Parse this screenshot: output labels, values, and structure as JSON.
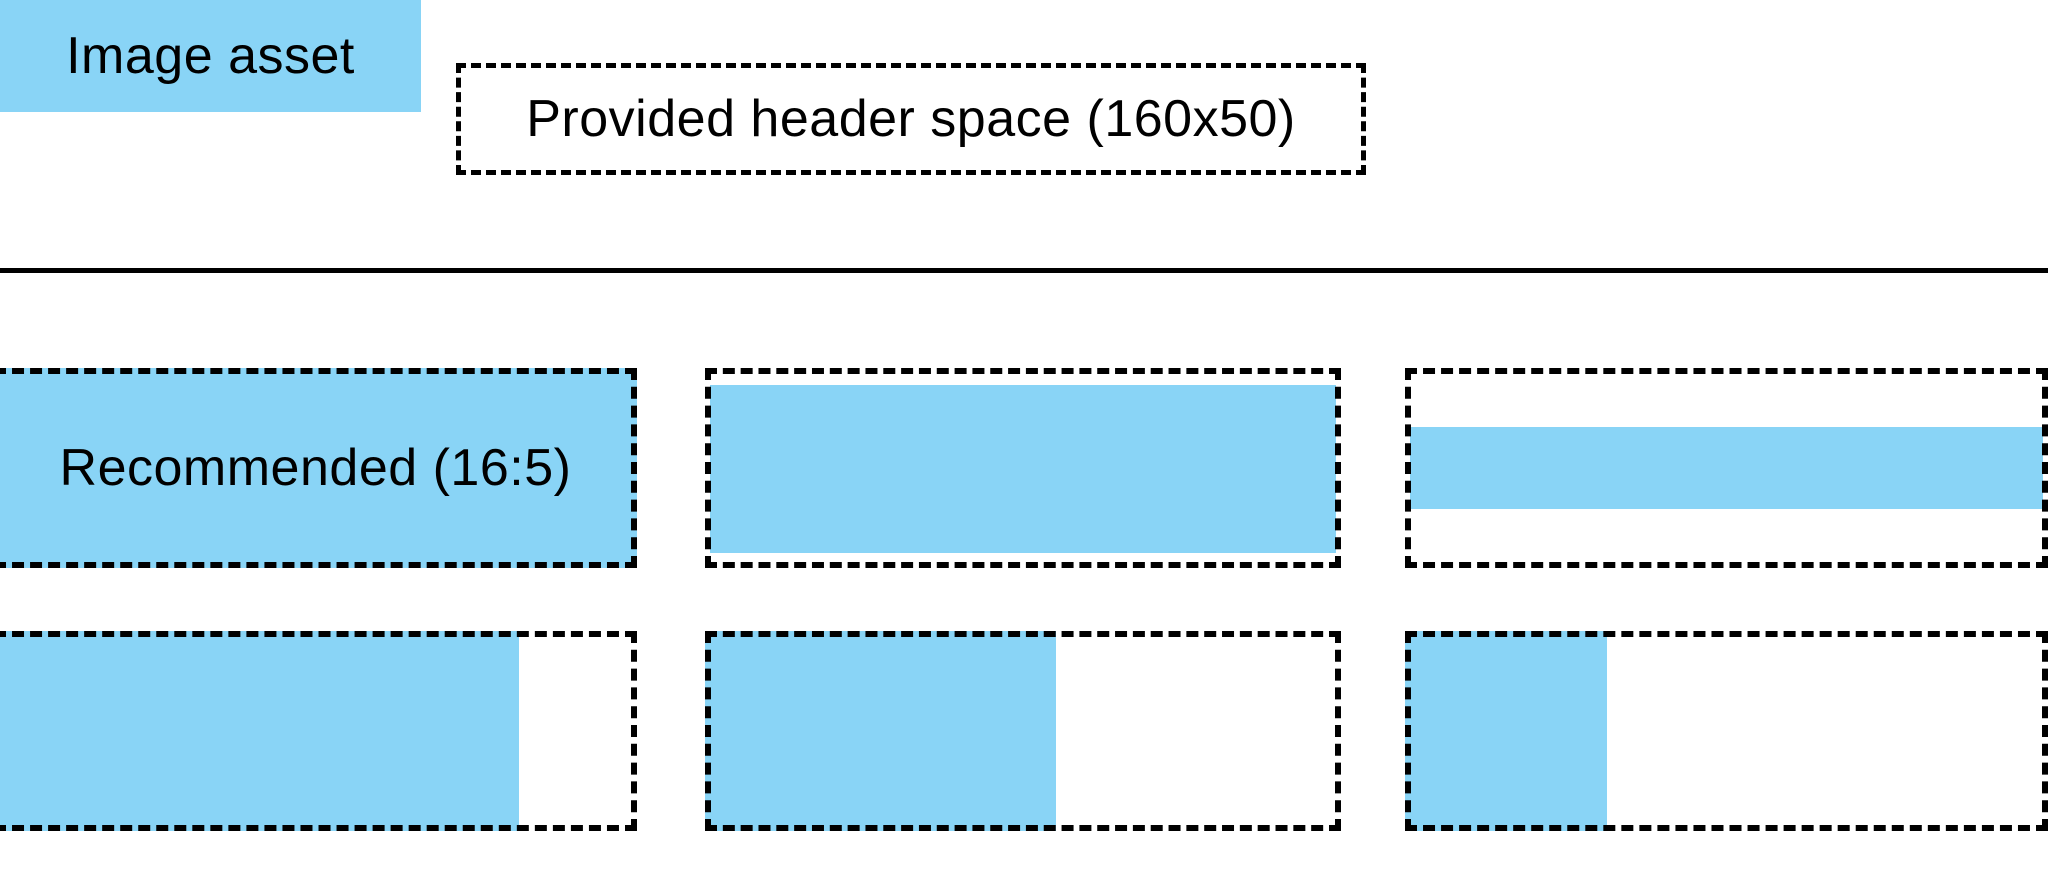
{
  "colors": {
    "asset_blue": "#89d4f6",
    "line_black": "#000000",
    "background": "#ffffff"
  },
  "legend": {
    "image_asset_label": "Image asset",
    "header_space_label": "Provided header space (160x50)"
  },
  "examples": {
    "recommended_label": "Recommended (16:5)"
  }
}
